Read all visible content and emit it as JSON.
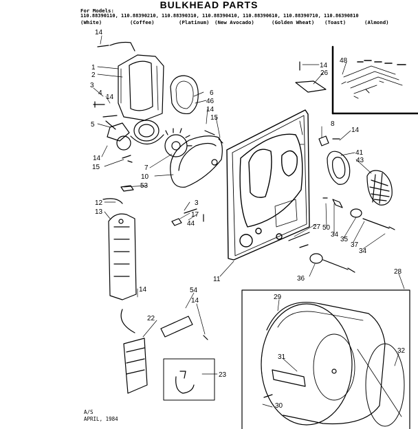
{
  "title": "BULKHEAD PARTS",
  "models_label": "For Models:",
  "models_line": "110.88390110, 110.88390210, 110.88390310, 110.88390410, 110.88390610, 110.88390710, 110.86390810",
  "colors": [
    "(White)",
    "(Coffee)",
    "(Platinum)",
    "(New Avocado)",
    "(Golden Wheat)",
    "(Toast)",
    "(Almond)"
  ],
  "callouts": [
    "14",
    "1",
    "2",
    "3",
    "4",
    "14",
    "5",
    "14",
    "15",
    "6",
    "46",
    "14",
    "15",
    "7",
    "10",
    "53",
    "12",
    "13",
    "3",
    "17",
    "44",
    "14",
    "14",
    "26",
    "48",
    "8",
    "14",
    "41",
    "43",
    "27",
    "50",
    "34",
    "35",
    "37",
    "34",
    "36",
    "11",
    "54",
    "14",
    "22",
    "23",
    "28",
    "29",
    "31",
    "30",
    "32"
  ],
  "footer": {
    "line1": "A/S",
    "line2": "APRIL, 1984"
  }
}
